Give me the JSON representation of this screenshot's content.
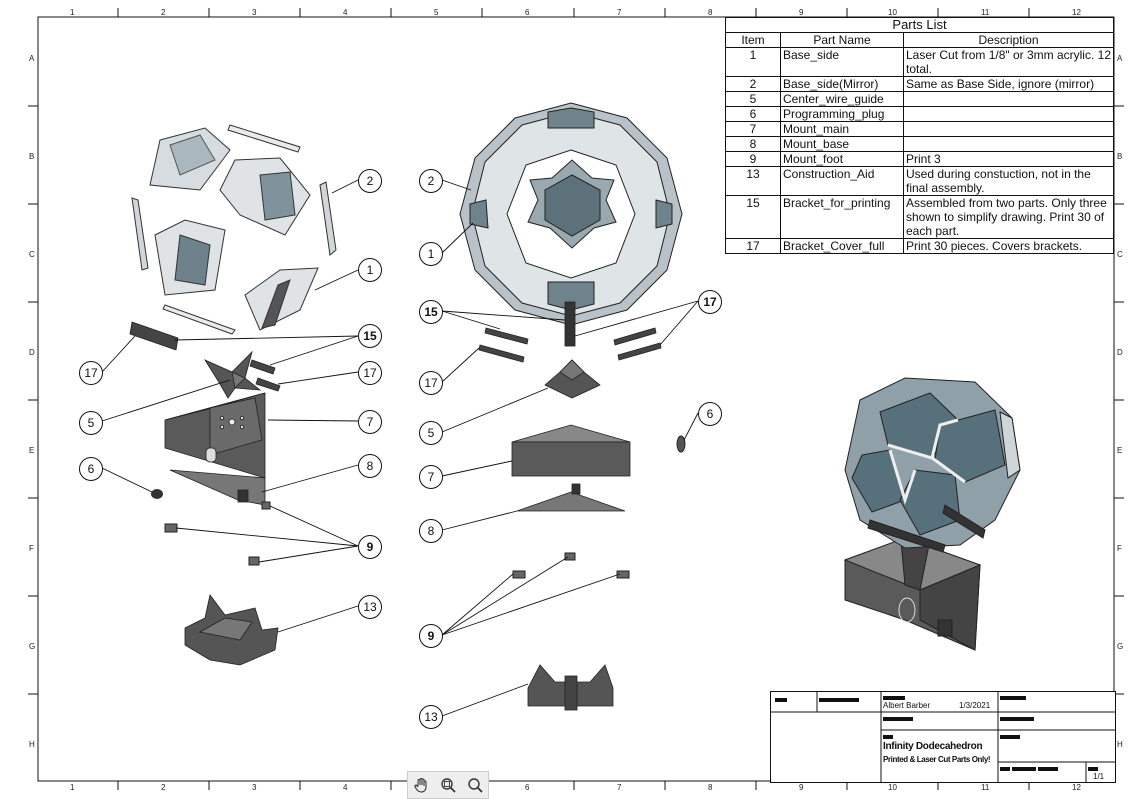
{
  "frame": {
    "cols": [
      "1",
      "2",
      "3",
      "4",
      "5",
      "6",
      "7",
      "8",
      "9",
      "10",
      "11",
      "12"
    ],
    "rows": [
      "A",
      "B",
      "C",
      "D",
      "E",
      "F",
      "G",
      "H"
    ]
  },
  "parts_list": {
    "title": "Parts List",
    "headers": [
      "Item",
      "Part Name",
      "Description"
    ],
    "rows": [
      [
        "1",
        "Base_side",
        "Laser Cut from 1/8\" or 3mm acrylic. 12 total."
      ],
      [
        "2",
        "Base_side(Mirror)",
        "Same as Base Side, ignore (mirror)"
      ],
      [
        "5",
        "Center_wire_guide",
        ""
      ],
      [
        "6",
        "Programming_plug",
        ""
      ],
      [
        "7",
        "Mount_main",
        ""
      ],
      [
        "8",
        "Mount_base",
        ""
      ],
      [
        "9",
        "Mount_foot",
        "Print 3"
      ],
      [
        "13",
        "Construction_Aid",
        "Used during constuction, not in the final assembly."
      ],
      [
        "15",
        "Bracket_for_printing",
        "Assembled from two parts. Only three shown to simplify drawing. Print 30 of each part."
      ],
      [
        "17",
        "Bracket_Cover_full",
        "Print 30 pieces. Covers brackets."
      ]
    ]
  },
  "callouts": {
    "left": [
      "2",
      "1",
      "15",
      "17",
      "17",
      "5",
      "7",
      "6",
      "8",
      "9",
      "13"
    ],
    "middle": [
      "2",
      "1",
      "15",
      "17",
      "17",
      "5",
      "7",
      "8",
      "9",
      "13"
    ],
    "right": [
      "6"
    ]
  },
  "title_block": {
    "author": "Albert Barber",
    "date": "1/3/2021",
    "title": "Infinity Dodecahedron",
    "subtitle": "Printed & Laser Cut Parts Only!",
    "sheet": "1/1"
  },
  "toolbar": {
    "icons": [
      "pan-hand-icon",
      "zoom-window-icon",
      "zoom-icon"
    ]
  }
}
